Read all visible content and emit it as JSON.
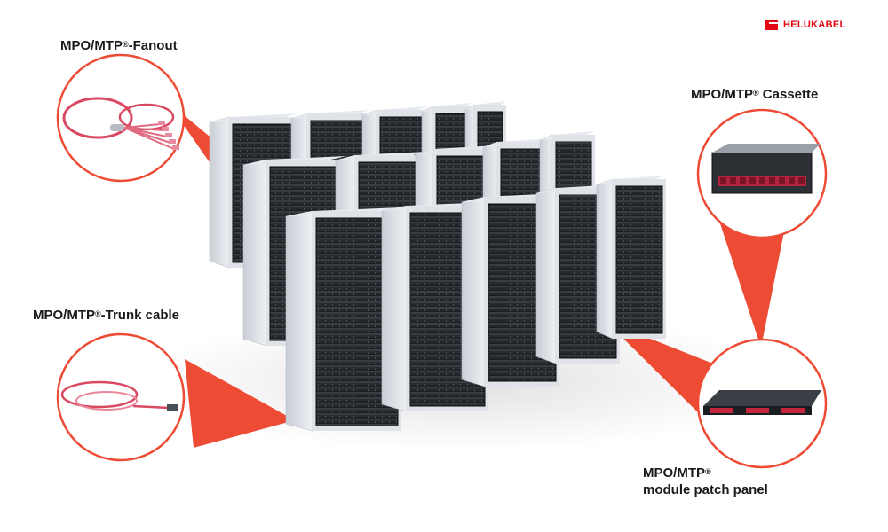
{
  "brand": {
    "name": "HELUKABEL",
    "color": "#e30613"
  },
  "accent_color": "#ee4b35",
  "callouts": [
    {
      "id": "fanout",
      "base": "MPO/MTP",
      "sup": "®",
      "rest": "-Fanout",
      "line2": ""
    },
    {
      "id": "cassette",
      "base": "MPO/MTP",
      "sup": "®",
      "rest": " Cassette",
      "line2": ""
    },
    {
      "id": "trunk",
      "base": "MPO/MTP",
      "sup": "®",
      "rest": "-Trunk cable",
      "line2": ""
    },
    {
      "id": "patch-panel",
      "base": "MPO/MTP",
      "sup": "®",
      "rest": "",
      "line2": "module patch panel"
    }
  ],
  "icons": {
    "fanout": "fanout-cable-icon",
    "cassette": "mpo-cassette-icon",
    "trunk": "trunk-cable-icon",
    "patch-panel": "patch-panel-icon",
    "racks": "server-rack-icon"
  }
}
